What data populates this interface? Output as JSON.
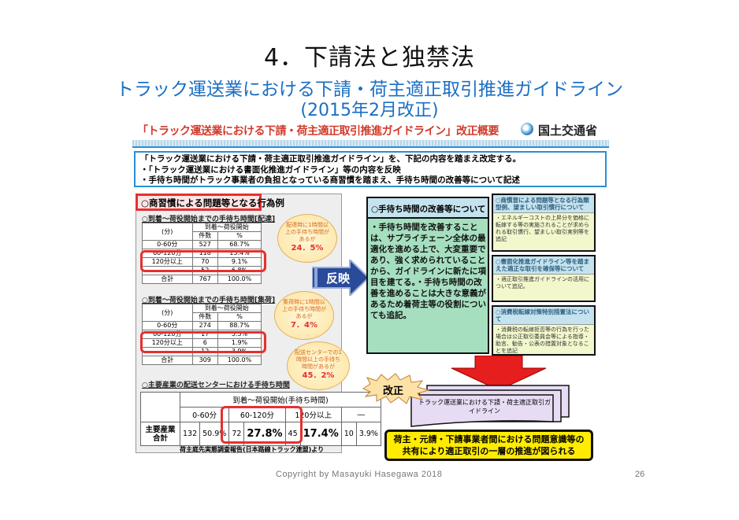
{
  "slide": {
    "title": "4．下請法と独禁法",
    "subtitle_line1": "トラック運送業における下請・荷主適正取引推進ガイドライン",
    "subtitle_line2": "(2015年2月改正)",
    "copyright": "Copyright by Masayuki Hasegawa 2018",
    "page_number": "26"
  },
  "figure": {
    "title": "「トラック運送業における下請・荷主適正取引推進ガイドライン」改正概要",
    "ministry": "国土交通省",
    "ministry_logo_icon": "mlit-logo-icon",
    "summary_lines": [
      "「トラック運送業における下請・荷主適正取引推進ガイドライン」を、下記の内容を踏まえ改定する。",
      "・「トラック運送業における書面化推進ガイドライン」等の内容を反映",
      "・手待ち時間がトラック事業者の負担となっている商習慣を踏まえ、手待ち時間の改善等について記述"
    ],
    "left_header": "○商習慣による問題等となる行為例",
    "table1": {
      "caption": "○到着～荷役開始までの手待ち時間[配達]",
      "header_unit": "(分)",
      "header_group": "到着～荷役開始",
      "header_cols": [
        "件数",
        "%"
      ],
      "rows": [
        [
          "0-60分",
          "527",
          "68.7%"
        ],
        [
          "60-120分",
          "118",
          "15.4%"
        ],
        [
          "120分以上",
          "70",
          "9.1%"
        ],
        [
          "―",
          "52",
          "6.8%"
        ],
        [
          "合計",
          "767",
          "100.0%"
        ]
      ],
      "bubble_text": "配達時に1時間以上の手待ち時間があるが",
      "bubble_pct": "24．5%"
    },
    "table2": {
      "caption": "○到着～荷役開始までの手待ち時間[集荷]",
      "header_unit": "(分)",
      "header_group": "到着～荷役開始",
      "header_cols": [
        "件数",
        "%"
      ],
      "rows": [
        [
          "0-60分",
          "274",
          "88.7%"
        ],
        [
          "60-120分",
          "17",
          "5.5%"
        ],
        [
          "120分以上",
          "6",
          "1.9%"
        ],
        [
          "―",
          "12",
          "3.9%"
        ],
        [
          "合計",
          "309",
          "100.0%"
        ]
      ],
      "bubble_text": "集荷時に1時間以上の手待ち時間があるが",
      "bubble_pct": "7．4%"
    },
    "table3": {
      "caption": "○主要産業の配送センターにおける手待ち時間",
      "header_group": "到着～荷役開始(手待ち時間)",
      "header_cols": [
        "0-60分",
        "60-120分",
        "120分以上",
        "―"
      ],
      "row_label": "主要産業合計",
      "row_values": [
        "132",
        "50.9%",
        "72",
        "27.8%",
        "45",
        "17.4%",
        "10",
        "3.9%"
      ],
      "source": "荷主庭先実態調査報告(日本路線トラック連盟)より",
      "bubble_text": "配送センターでの1時間以上の手待ち時間があるが",
      "bubble_pct": "45．2%"
    },
    "arrow_label": "反映",
    "center_header": "○手待ち時間の改善等について",
    "center_body": "・手待ち時間を改善することは、サプライチェーン全体の最適化を進める上で、大変重要であり、強く求められていることから、ガイドラインに新たに項目を建てる。・手待ち時間の改善を進めることは大きな意義があるため着荷主等の役割についても追記。",
    "right_boxes": [
      {
        "head": "○商慣習による問題等となる行為類型例、望ましい取引慣行について",
        "body": "・エネルギーコストの上昇分を価格に転嫁する等の実施されることが求められる取引慣行、望ましい取引実例等を追記"
      },
      {
        "head": "○書面化推進ガイドライン等を踏まえた適正な取引を確保等について",
        "body": "・適正取引推進ガイドラインの活用について追記。"
      },
      {
        "head": "○消費税転嫁対策特別措置法について",
        "body": "・消費税の転嫁拒否等の行為を行った場合は公正取引委員会等による指導・助言、勧告・公表の措置対象となることを追記"
      }
    ],
    "kaisei_label": "改正",
    "doc_label": "トラック運送業における下請・荷主適正取引ガイドライン",
    "result_text": "荷主・元請・下請事業者間における問題意識等の共有により適正取引の一層の推進が図られる"
  },
  "colors": {
    "subtitle_blue": "#1a6fc4",
    "title_red": "#d13a2b",
    "highlight_red": "#e53030",
    "green_box": "#a6dfc0",
    "result_yellow": "#ffec00",
    "arrow_navy": "#2a4a9a"
  }
}
